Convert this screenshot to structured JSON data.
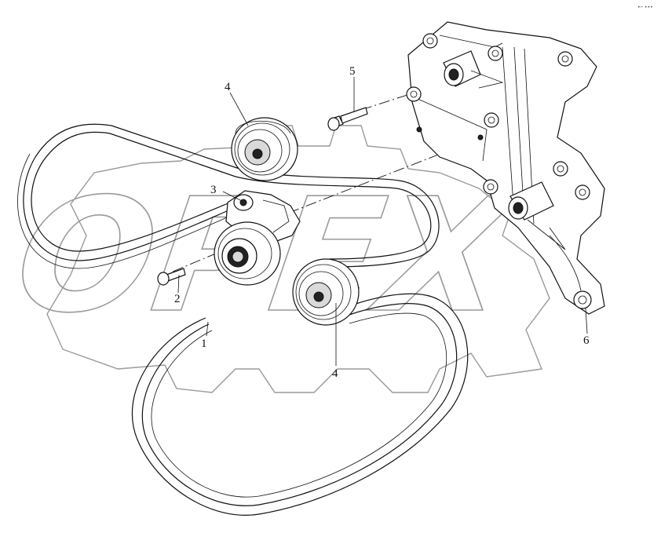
{
  "diagram": {
    "callouts": [
      {
        "id": "1",
        "label": "1"
      },
      {
        "id": "2",
        "label": "2"
      },
      {
        "id": "3",
        "label": "3"
      },
      {
        "id": "4a",
        "label": "4"
      },
      {
        "id": "4b",
        "label": "4"
      },
      {
        "id": "5",
        "label": "5"
      },
      {
        "id": "6",
        "label": "6"
      }
    ],
    "watermark": {
      "text": "OPEX"
    },
    "corner_mark": "•─ •••"
  }
}
